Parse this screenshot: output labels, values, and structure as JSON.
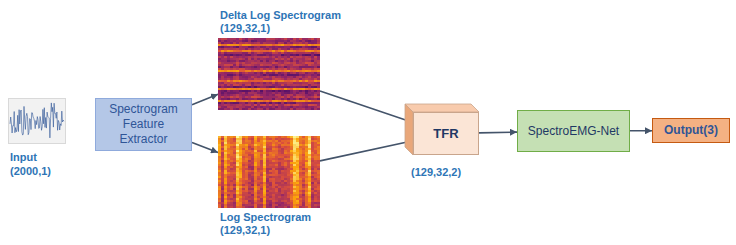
{
  "diagram": {
    "nodes": [
      {
        "text": [
          "Input (2000,1)"
        ]
      },
      {
        "text": [
          "Spectrogram Feature Extractor"
        ]
      },
      {
        "text": [
          "Delta Log Spectrogram (129,32,1)"
        ]
      },
      {
        "text": [
          "Log Spectrogram (129,32,1)"
        ]
      },
      {
        "text": [
          "TFR",
          "(129,32,2)"
        ]
      },
      {
        "text": [
          "SpectroEMG-Net"
        ]
      },
      {
        "text": [
          "Output(3)"
        ]
      }
    ],
    "edges": [
      {
        "from": 1,
        "to": 2,
        "arrow": "to"
      },
      {
        "from": 1,
        "to": 3,
        "arrow": "to"
      },
      {
        "from": 2,
        "to": 4,
        "arrow": "to"
      },
      {
        "from": 3,
        "to": 4,
        "arrow": "to"
      },
      {
        "from": 4,
        "to": 5,
        "arrow": "to"
      },
      {
        "from": 5,
        "to": 6,
        "arrow": "to"
      }
    ]
  }
}
